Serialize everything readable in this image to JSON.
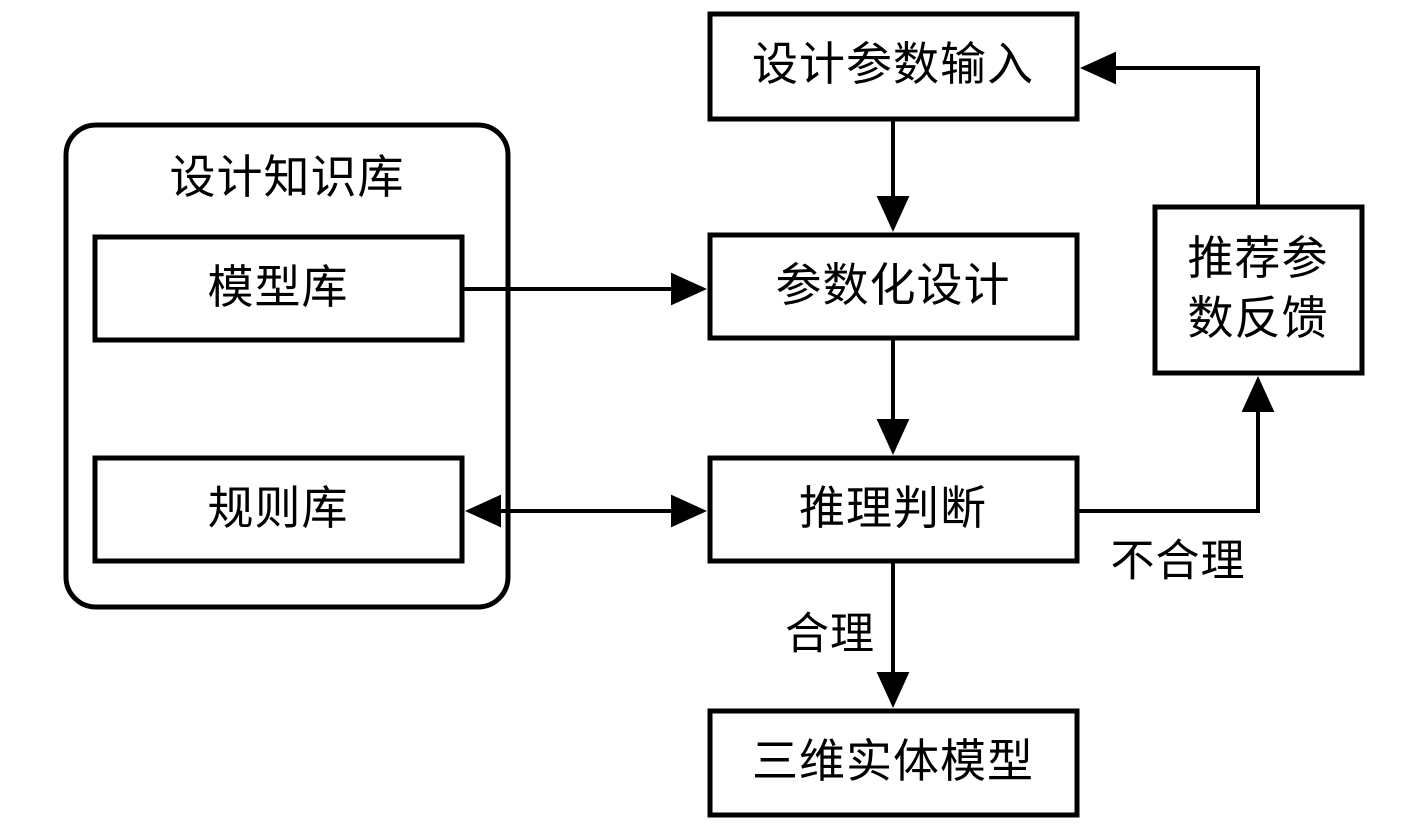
{
  "diagram": {
    "title": "",
    "type": "flowchart",
    "background_color": "#ffffff",
    "line_color": "#000000",
    "groups": [
      {
        "id": "knowledge-base",
        "label": "设计知识库",
        "shape": "rounded-rect",
        "children": [
          "model-library",
          "rule-library"
        ]
      }
    ],
    "nodes": [
      {
        "id": "design-parameter-input",
        "label": "设计参数输入",
        "shape": "rect"
      },
      {
        "id": "model-library",
        "label": "模型库",
        "shape": "rect"
      },
      {
        "id": "rule-library",
        "label": "规则库",
        "shape": "rect"
      },
      {
        "id": "parametric-design",
        "label": "参数化设计",
        "shape": "rect"
      },
      {
        "id": "inference-judgment",
        "label": "推理判断",
        "shape": "rect"
      },
      {
        "id": "recommended-parameter-feedback",
        "label_line1": "推荐参",
        "label_line2": "数反馈",
        "shape": "rect"
      },
      {
        "id": "solid-model",
        "label": "三维实体模型",
        "shape": "rect"
      }
    ],
    "edges": [
      {
        "id": "edge-input-to-parametric",
        "from": "design-parameter-input",
        "to": "parametric-design",
        "label": "",
        "arrow": "single"
      },
      {
        "id": "edge-model-to-parametric",
        "from": "model-library",
        "to": "parametric-design",
        "label": "",
        "arrow": "single"
      },
      {
        "id": "edge-parametric-to-inference",
        "from": "parametric-design",
        "to": "inference-judgment",
        "label": "",
        "arrow": "single"
      },
      {
        "id": "edge-rule-inference",
        "from": "rule-library",
        "to": "inference-judgment",
        "label": "",
        "arrow": "double"
      },
      {
        "id": "edge-inference-to-feedback",
        "from": "inference-judgment",
        "to": "recommended-parameter-feedback",
        "label": "不合理",
        "arrow": "single"
      },
      {
        "id": "edge-feedback-to-input",
        "from": "recommended-parameter-feedback",
        "to": "design-parameter-input",
        "label": "",
        "arrow": "single"
      },
      {
        "id": "edge-inference-to-solid-model",
        "from": "inference-judgment",
        "to": "solid-model",
        "label": "合理",
        "arrow": "single"
      }
    ],
    "edge_labels": {
      "unreasonable": "不合理",
      "reasonable": "合理"
    }
  }
}
